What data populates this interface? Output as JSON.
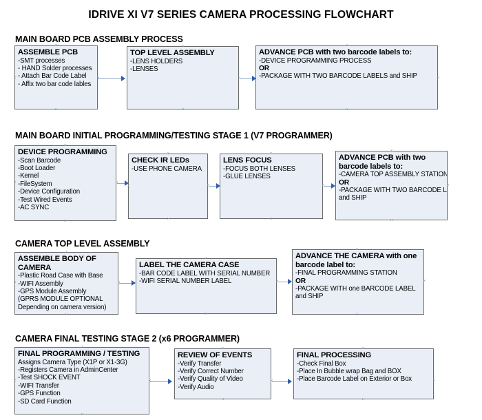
{
  "document": {
    "title": "IDRIVE XI V7 SERIES CAMERA PROCESSING FLOWCHART"
  },
  "sections": [
    {
      "id": "main-board-pcb-assembly-process",
      "heading": "MAIN BOARD PCB ASSEMBLY PROCESS",
      "nodes": [
        {
          "id": "assemble-pcb",
          "title": "ASSEMBLE PCB",
          "lines": [
            {
              "text": "-SMT processes",
              "bold": false
            },
            {
              "text": "- HAND Solder processes",
              "bold": false
            },
            {
              "text": "- Attach Bar Code Label",
              "bold": false
            },
            {
              "text": "- Affix two bar code lables",
              "bold": false
            }
          ]
        },
        {
          "id": "top-level-assembly",
          "title": "TOP LEVEL ASSEMBLY",
          "lines": [
            {
              "text": "-LENS HOLDERS",
              "bold": false
            },
            {
              "text": "-LENSES",
              "bold": false
            }
          ]
        },
        {
          "id": "advance-pcb-two-barcode-labels",
          "title": "ADVANCE PCB with two barcode labels to:",
          "lines": [
            {
              "text": "-DEVICE PROGRAMMING PROCESS",
              "bold": false
            },
            {
              "text": "OR",
              "bold": true
            },
            {
              "text": "-PACKAGE WITH TWO BARCODE LABELS and SHIP",
              "bold": false
            }
          ]
        }
      ]
    },
    {
      "id": "main-board-initial-programming-testing-stage-1",
      "heading": "MAIN BOARD INITIAL PROGRAMMING/TESTING STAGE 1 (V7 PROGRAMMER)",
      "nodes": [
        {
          "id": "device-programming",
          "title": "DEVICE PROGRAMMING",
          "lines": [
            {
              "text": "-Scan Barcode",
              "bold": false
            },
            {
              "text": "-Boot Loader",
              "bold": false
            },
            {
              "text": "-Kernel",
              "bold": false
            },
            {
              "text": "-FileSystem",
              "bold": false
            },
            {
              "text": "-Device Configuration",
              "bold": false
            },
            {
              "text": "-Test Wired Events",
              "bold": false
            },
            {
              "text": "-AC SYNC",
              "bold": false
            }
          ]
        },
        {
          "id": "check-ir-leds",
          "title": "CHECK IR LEDs",
          "lines": [
            {
              "text": "-USE PHONE CAMERA",
              "bold": false
            }
          ]
        },
        {
          "id": "lens-focus",
          "title": "LENS FOCUS",
          "lines": [
            {
              "text": "-FOCUS BOTH LENSES",
              "bold": false
            },
            {
              "text": "-GLUE LENSES",
              "bold": false
            }
          ]
        },
        {
          "id": "advance-pcb-to-camera-top-assembly",
          "title": "ADVANCE PCB with two barcode labels to:",
          "lines": [
            {
              "text": "-CAMERA TOP ASSEMBLY STATION",
              "bold": false
            },
            {
              "text": "OR",
              "bold": true
            },
            {
              "text": "-PACKAGE WITH TWO BARCODE LABELS",
              "bold": false
            },
            {
              "text": "and SHIP",
              "bold": false
            }
          ]
        }
      ]
    },
    {
      "id": "camera-top-level-assembly",
      "heading": "CAMERA TOP LEVEL ASSEMBLY",
      "nodes": [
        {
          "id": "assemble-body-of-camera",
          "title": "ASSEMBLE BODY OF CAMERA",
          "lines": [
            {
              "text": "-Plastic Road Case with Base",
              "bold": false
            },
            {
              "text": "-WIFI Assembly",
              "bold": false
            },
            {
              "text": "-GPS Module Assembly",
              "bold": false
            },
            {
              "text": "(GPRS MODULE OPTIONAL",
              "bold": false
            },
            {
              "text": "Depending on camera version)",
              "bold": false
            }
          ]
        },
        {
          "id": "label-the-camera-case",
          "title": "LABEL THE CAMERA CASE",
          "lines": [
            {
              "text": "-BAR CODE LABEL WITH SERIAL NUMBER",
              "bold": false
            },
            {
              "text": "-WIFI SERIAL NUMBER LABEL",
              "bold": false
            }
          ]
        },
        {
          "id": "advance-the-camera-one-barcode-label",
          "title": "ADVANCE THE CAMERA with one barcode label to:",
          "lines": [
            {
              "text": "-FINAL PROGRAMMING STATION",
              "bold": false
            },
            {
              "text": "OR",
              "bold": true
            },
            {
              "text": "-PACKAGE WITH one BARCODE LABEL",
              "bold": false
            },
            {
              "text": "and SHIP",
              "bold": false
            }
          ]
        }
      ]
    },
    {
      "id": "camera-final-testing-stage-2",
      "heading": "CAMERA FINAL TESTING STAGE 2 (x6 PROGRAMMER)",
      "nodes": [
        {
          "id": "final-programming-testing",
          "title": "FINAL PROGRAMMING / TESTING",
          "lines": [
            {
              "text": "Assigns Camera Type (X1P or X1-3G)",
              "bold": false
            },
            {
              "text": "-Registers Camera in AdminCenter",
              "bold": false
            },
            {
              "text": "-Test SHOCK EVENT",
              "bold": false
            },
            {
              "text": "-WIFI Transfer",
              "bold": false
            },
            {
              "text": "-GPS Function",
              "bold": false
            },
            {
              "text": "-SD Card Function",
              "bold": false
            }
          ]
        },
        {
          "id": "review-of-events",
          "title": "REVIEW OF EVENTS",
          "lines": [
            {
              "text": "-Verify Transfer",
              "bold": false
            },
            {
              "text": "-Verify Correct Number",
              "bold": false
            },
            {
              "text": "-Verify Quality of Video",
              "bold": false
            },
            {
              "text": "-Verify Audio",
              "bold": false
            }
          ]
        },
        {
          "id": "final-processing",
          "title": "FINAL PROCESSING",
          "lines": [
            {
              "text": " -Check Final Box",
              "bold": false
            },
            {
              "text": "-Place In Bubble wrap Bag and BOX",
              "bold": false
            },
            {
              "text": "-Place Barcode Label on Exterior or Box",
              "bold": false
            }
          ]
        }
      ]
    }
  ],
  "colors": {
    "node_fill": "#e9eef7",
    "node_border": "#6a6a6a",
    "connector_line": "#8fa5c4",
    "arrowhead": "#2f5fb0",
    "text": "#000000",
    "background": "#ffffff"
  }
}
